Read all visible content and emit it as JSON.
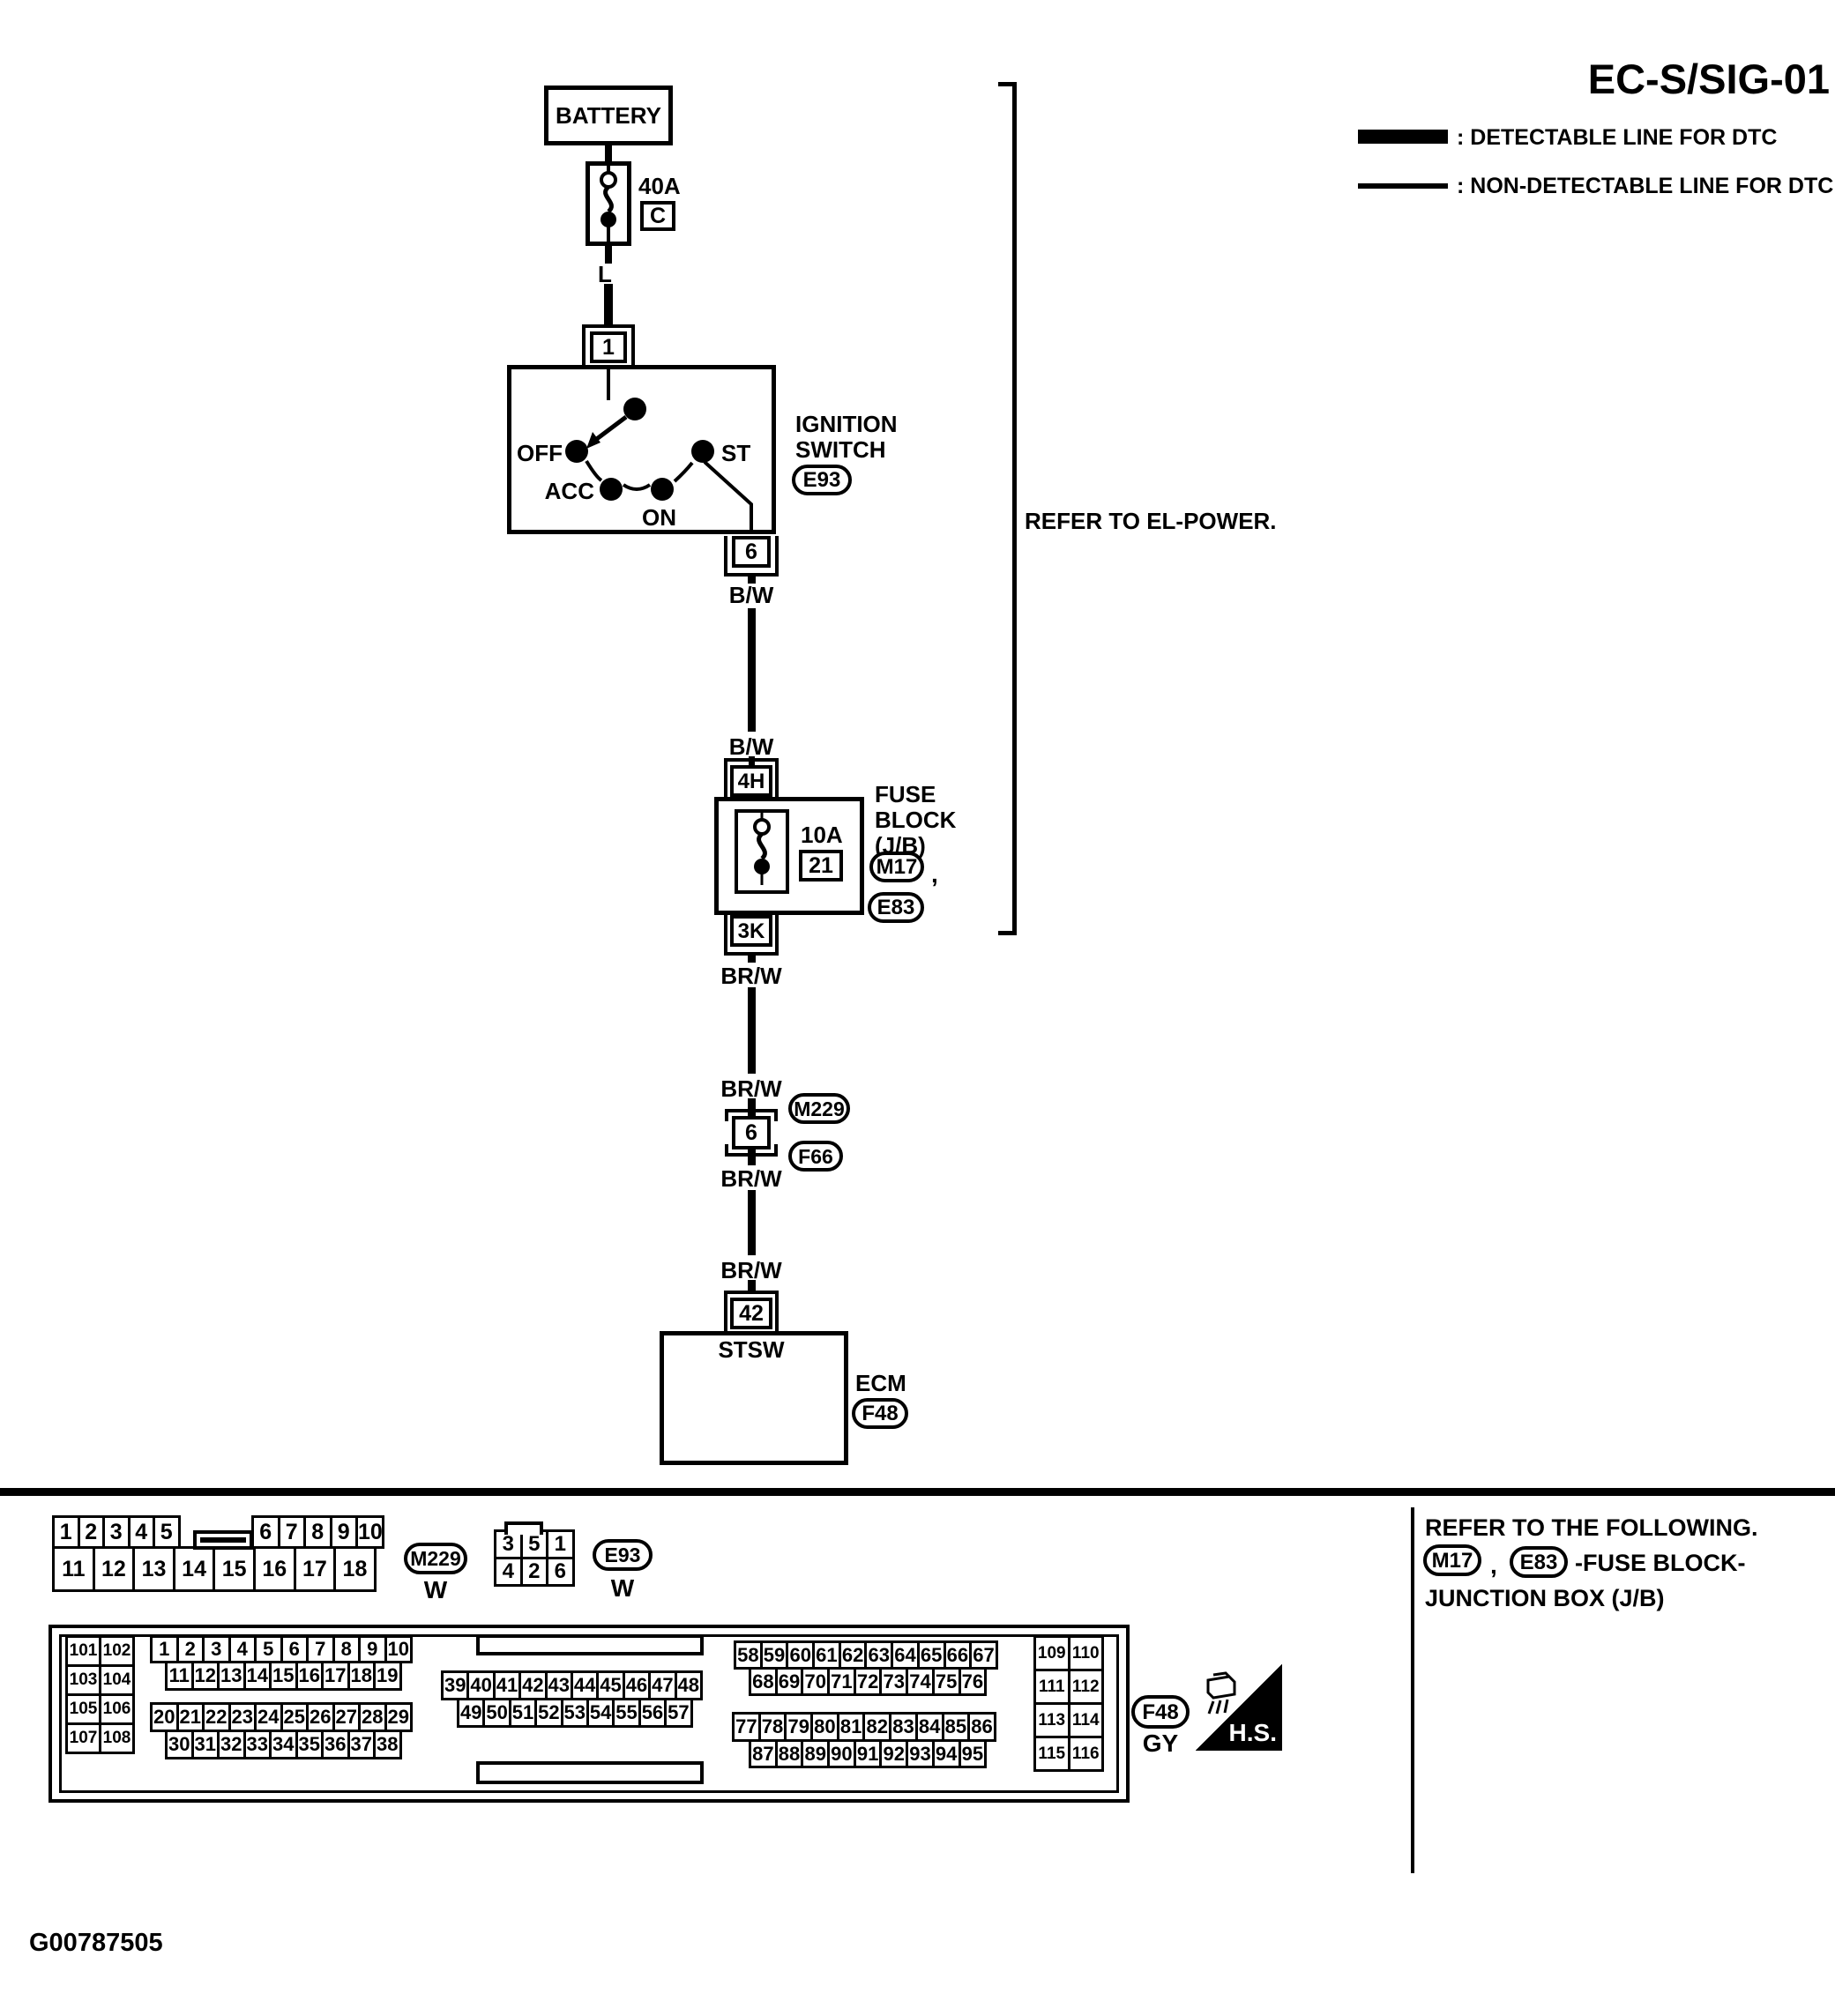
{
  "title": "EC-S/SIG-01",
  "legend": {
    "detectable": ": DETECTABLE LINE FOR DTC",
    "non_detectable": ": NON-DETECTABLE LINE FOR DTC"
  },
  "power": {
    "battery": "BATTERY",
    "fusible_link_amps": "40A",
    "fusible_link_code": "C",
    "wire_l": "L",
    "conn_1": "1"
  },
  "ignition_switch": {
    "pos_off": "OFF",
    "pos_acc": "ACC",
    "pos_on": "ON",
    "pos_st": "ST",
    "name_line1": "IGNITION",
    "name_line2": "SWITCH",
    "ref": "E93",
    "conn_6": "6",
    "wire_bw_1": "B/W",
    "wire_bw_2": "B/W"
  },
  "refer_el_power": "REFER TO EL-POWER.",
  "fuse_block": {
    "conn_4h": "4H",
    "amps": "10A",
    "fuse_no": "21",
    "name_line1": "FUSE",
    "name_line2": "BLOCK",
    "name_line3": "(J/B)",
    "ref_1": "M17",
    "comma": ",",
    "ref_2": "E83",
    "conn_3k": "3K",
    "wire_brw_1": "BR/W",
    "wire_brw_2": "BR/W"
  },
  "inline_connector": {
    "ref_top": "M229",
    "pin": "6",
    "ref_bottom": "F66",
    "wire_brw_3": "BR/W",
    "wire_brw_4": "BR/W"
  },
  "ecm": {
    "conn_42": "42",
    "pin_name": "STSW",
    "name": "ECM",
    "ref": "F48"
  },
  "connector_views": {
    "m229": {
      "ref": "M229",
      "color": "W",
      "row1a": [
        "1",
        "2",
        "3",
        "4",
        "5"
      ],
      "row1b": [
        "6",
        "7",
        "8",
        "9",
        "10"
      ],
      "row2": [
        "11",
        "12",
        "13",
        "14",
        "15",
        "16",
        "17",
        "18"
      ]
    },
    "e93": {
      "ref": "E93",
      "color": "W",
      "cells": [
        "3",
        "5",
        "1",
        "4",
        "2",
        "6"
      ]
    },
    "f48": {
      "ref": "F48",
      "color": "GY",
      "hs": "H.S.",
      "left_col": [
        "101",
        "102",
        "103",
        "104",
        "105",
        "106",
        "107",
        "108"
      ],
      "right_col": [
        "109",
        "110",
        "111",
        "112",
        "113",
        "114",
        "115",
        "116"
      ],
      "rows_1_10": [
        "1",
        "2",
        "3",
        "4",
        "5",
        "6",
        "7",
        "8",
        "9",
        "10"
      ],
      "rows_11_19": [
        "11",
        "12",
        "13",
        "14",
        "15",
        "16",
        "17",
        "18",
        "19"
      ],
      "rows_20_29": [
        "20",
        "21",
        "22",
        "23",
        "24",
        "25",
        "26",
        "27",
        "28",
        "29"
      ],
      "rows_30_38": [
        "30",
        "31",
        "32",
        "33",
        "34",
        "35",
        "36",
        "37",
        "38"
      ],
      "rows_39_48": [
        "39",
        "40",
        "41",
        "42",
        "43",
        "44",
        "45",
        "46",
        "47",
        "48"
      ],
      "rows_49_57": [
        "49",
        "50",
        "51",
        "52",
        "53",
        "54",
        "55",
        "56",
        "57"
      ],
      "rows_58_67": [
        "58",
        "59",
        "60",
        "61",
        "62",
        "63",
        "64",
        "65",
        "66",
        "67"
      ],
      "rows_68_76": [
        "68",
        "69",
        "70",
        "71",
        "72",
        "73",
        "74",
        "75",
        "76"
      ],
      "rows_77_86": [
        "77",
        "78",
        "79",
        "80",
        "81",
        "82",
        "83",
        "84",
        "85",
        "86"
      ],
      "rows_87_95": [
        "87",
        "88",
        "89",
        "90",
        "91",
        "92",
        "93",
        "94",
        "95"
      ]
    }
  },
  "refer_following": {
    "line1": "REFER TO THE FOLLOWING.",
    "ref_1": "M17",
    "comma": ",",
    "ref_2": "E83",
    "line2_rest": "-FUSE BLOCK-",
    "line3": "JUNCTION BOX (J/B)"
  },
  "footer_code": "G00787505"
}
